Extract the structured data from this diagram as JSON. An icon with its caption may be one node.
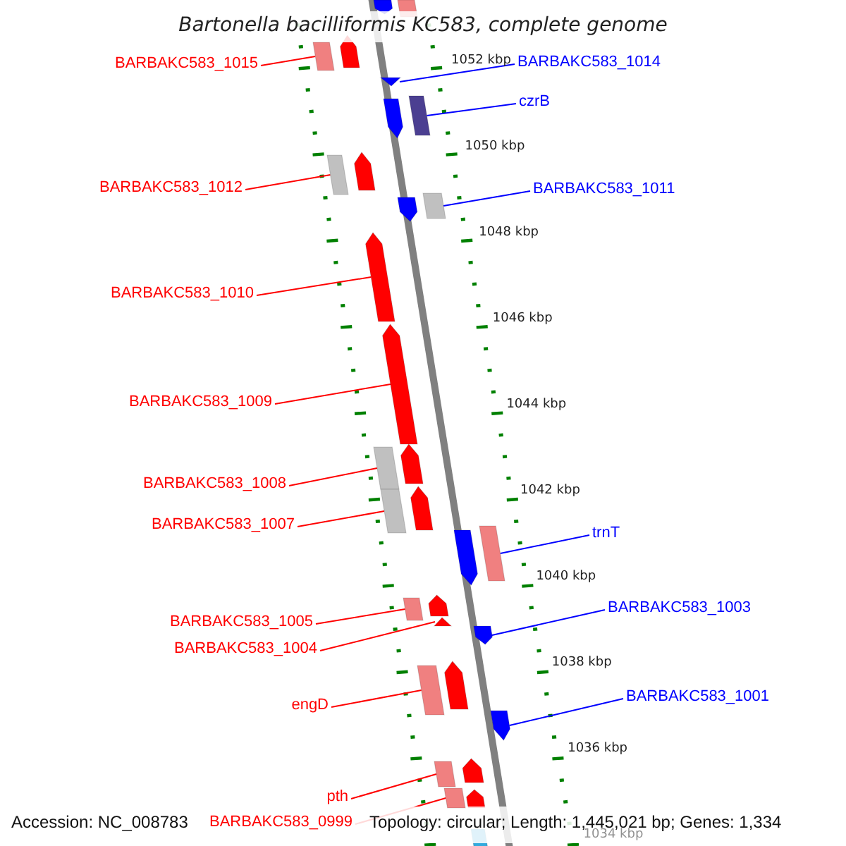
{
  "diagram": {
    "title": "Bartonella bacilliformis KC583, complete genome",
    "nodes": [
      {
        "text": [
          "BARBAKC583_1015"
        ]
      },
      {
        "text": [],
        "shape": "box"
      },
      {
        "text": [
          "BARBAKC583_1014"
        ]
      },
      {
        "text": [],
        "shape": "triangle"
      },
      {
        "text": [
          "czrB"
        ]
      },
      {
        "text": [],
        "shape": "box"
      },
      {
        "text": [
          "BARBAKC583_1012"
        ]
      },
      {
        "text": [],
        "shape": "box"
      },
      {
        "text": [
          "BARBAKC583_1011"
        ]
      },
      {
        "text": [],
        "shape": "box"
      },
      {
        "text": [
          "BARBAKC583_1010"
        ]
      },
      {
        "text": [],
        "shape": "arrow"
      },
      {
        "text": [
          "BARBAKC583_1009"
        ]
      },
      {
        "text": [],
        "shape": "arrow"
      },
      {
        "text": [
          "BARBAKC583_1008"
        ]
      },
      {
        "text": [],
        "shape": "box"
      },
      {
        "text": [
          "BARBAKC583_1007"
        ]
      },
      {
        "text": [],
        "shape": "box"
      },
      {
        "text": [
          "trnT"
        ]
      },
      {
        "text": [],
        "shape": "box"
      },
      {
        "text": [
          "BARBAKC583_1005"
        ]
      },
      {
        "text": [],
        "shape": "box"
      },
      {
        "text": [
          "BARBAKC583_1003"
        ]
      },
      {
        "text": [],
        "shape": "arrow"
      },
      {
        "text": [
          "BARBAKC583_1004"
        ]
      },
      {
        "text": [],
        "shape": "triangle"
      },
      {
        "text": [
          "engD"
        ]
      },
      {
        "text": [],
        "shape": "box"
      },
      {
        "text": [
          "BARBAKC583_1001"
        ]
      },
      {
        "text": [],
        "shape": "arrow"
      },
      {
        "text": [
          "pth"
        ]
      },
      {
        "text": [],
        "shape": "box"
      },
      {
        "text": [
          "BARBAKC583_0999"
        ]
      },
      {
        "text": [],
        "shape": "box"
      }
    ],
    "edges": [
      {
        "from": 0,
        "to": 1,
        "arrow": "none"
      },
      {
        "from": 2,
        "to": 3,
        "arrow": "none",
        "color": "#0000ff"
      },
      {
        "from": 4,
        "to": 5,
        "arrow": "none",
        "color": "#0000ff"
      },
      {
        "from": 6,
        "to": 7,
        "arrow": "none"
      },
      {
        "from": 8,
        "to": 9,
        "arrow": "none",
        "color": "#0000ff"
      },
      {
        "from": 10,
        "to": 11,
        "arrow": "none"
      },
      {
        "from": 12,
        "to": 13,
        "arrow": "none"
      },
      {
        "from": 14,
        "to": 15,
        "arrow": "none"
      },
      {
        "from": 16,
        "to": 17,
        "arrow": "none"
      },
      {
        "from": 18,
        "to": 19,
        "arrow": "none",
        "color": "#0000ff"
      },
      {
        "from": 20,
        "to": 21,
        "arrow": "none"
      },
      {
        "from": 22,
        "to": 23,
        "arrow": "none",
        "color": "#0000ff"
      },
      {
        "from": 24,
        "to": 25,
        "arrow": "none"
      },
      {
        "from": 26,
        "to": 27,
        "arrow": "none"
      },
      {
        "from": 28,
        "to": 29,
        "arrow": "none",
        "color": "#0000ff"
      },
      {
        "from": 30,
        "to": 31,
        "arrow": "none"
      },
      {
        "from": 32,
        "to": 33,
        "arrow": "none"
      }
    ],
    "labels": [
      "1052 kbp",
      "1050 kbp",
      "1048 kbp",
      "1046 kbp",
      "1044 kbp",
      "1042 kbp",
      "1040 kbp",
      "1038 kbp",
      "1036 kbp",
      "1034 kbp",
      "Accession: NC_008783",
      "Topology: circular; Length: 1,445,021 bp; Genes: 1,334"
    ]
  }
}
